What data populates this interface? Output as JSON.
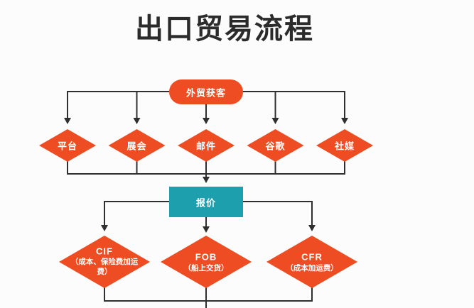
{
  "title": "出口贸易流程",
  "colors": {
    "orange": "#ee4d23",
    "teal": "#1e9fae",
    "line": "#2f2f2f",
    "node_text": "#ffffff",
    "background": "#fcfcfc",
    "title_text": "#2b2b2b"
  },
  "flowchart": {
    "root": {
      "label": "外贸获客"
    },
    "channels": [
      {
        "label": "平台"
      },
      {
        "label": "展会"
      },
      {
        "label": "邮件"
      },
      {
        "label": "谷歌"
      },
      {
        "label": "社媒"
      }
    ],
    "quote": {
      "label": "报价"
    },
    "terms": [
      {
        "code": "CIF",
        "desc_lines": [
          "（成本、保险费加运",
          "费）"
        ]
      },
      {
        "code": "FOB",
        "desc_lines": [
          "（船上交货）"
        ]
      },
      {
        "code": "CFR",
        "desc_lines": [
          "（成本加运费）"
        ]
      }
    ]
  }
}
